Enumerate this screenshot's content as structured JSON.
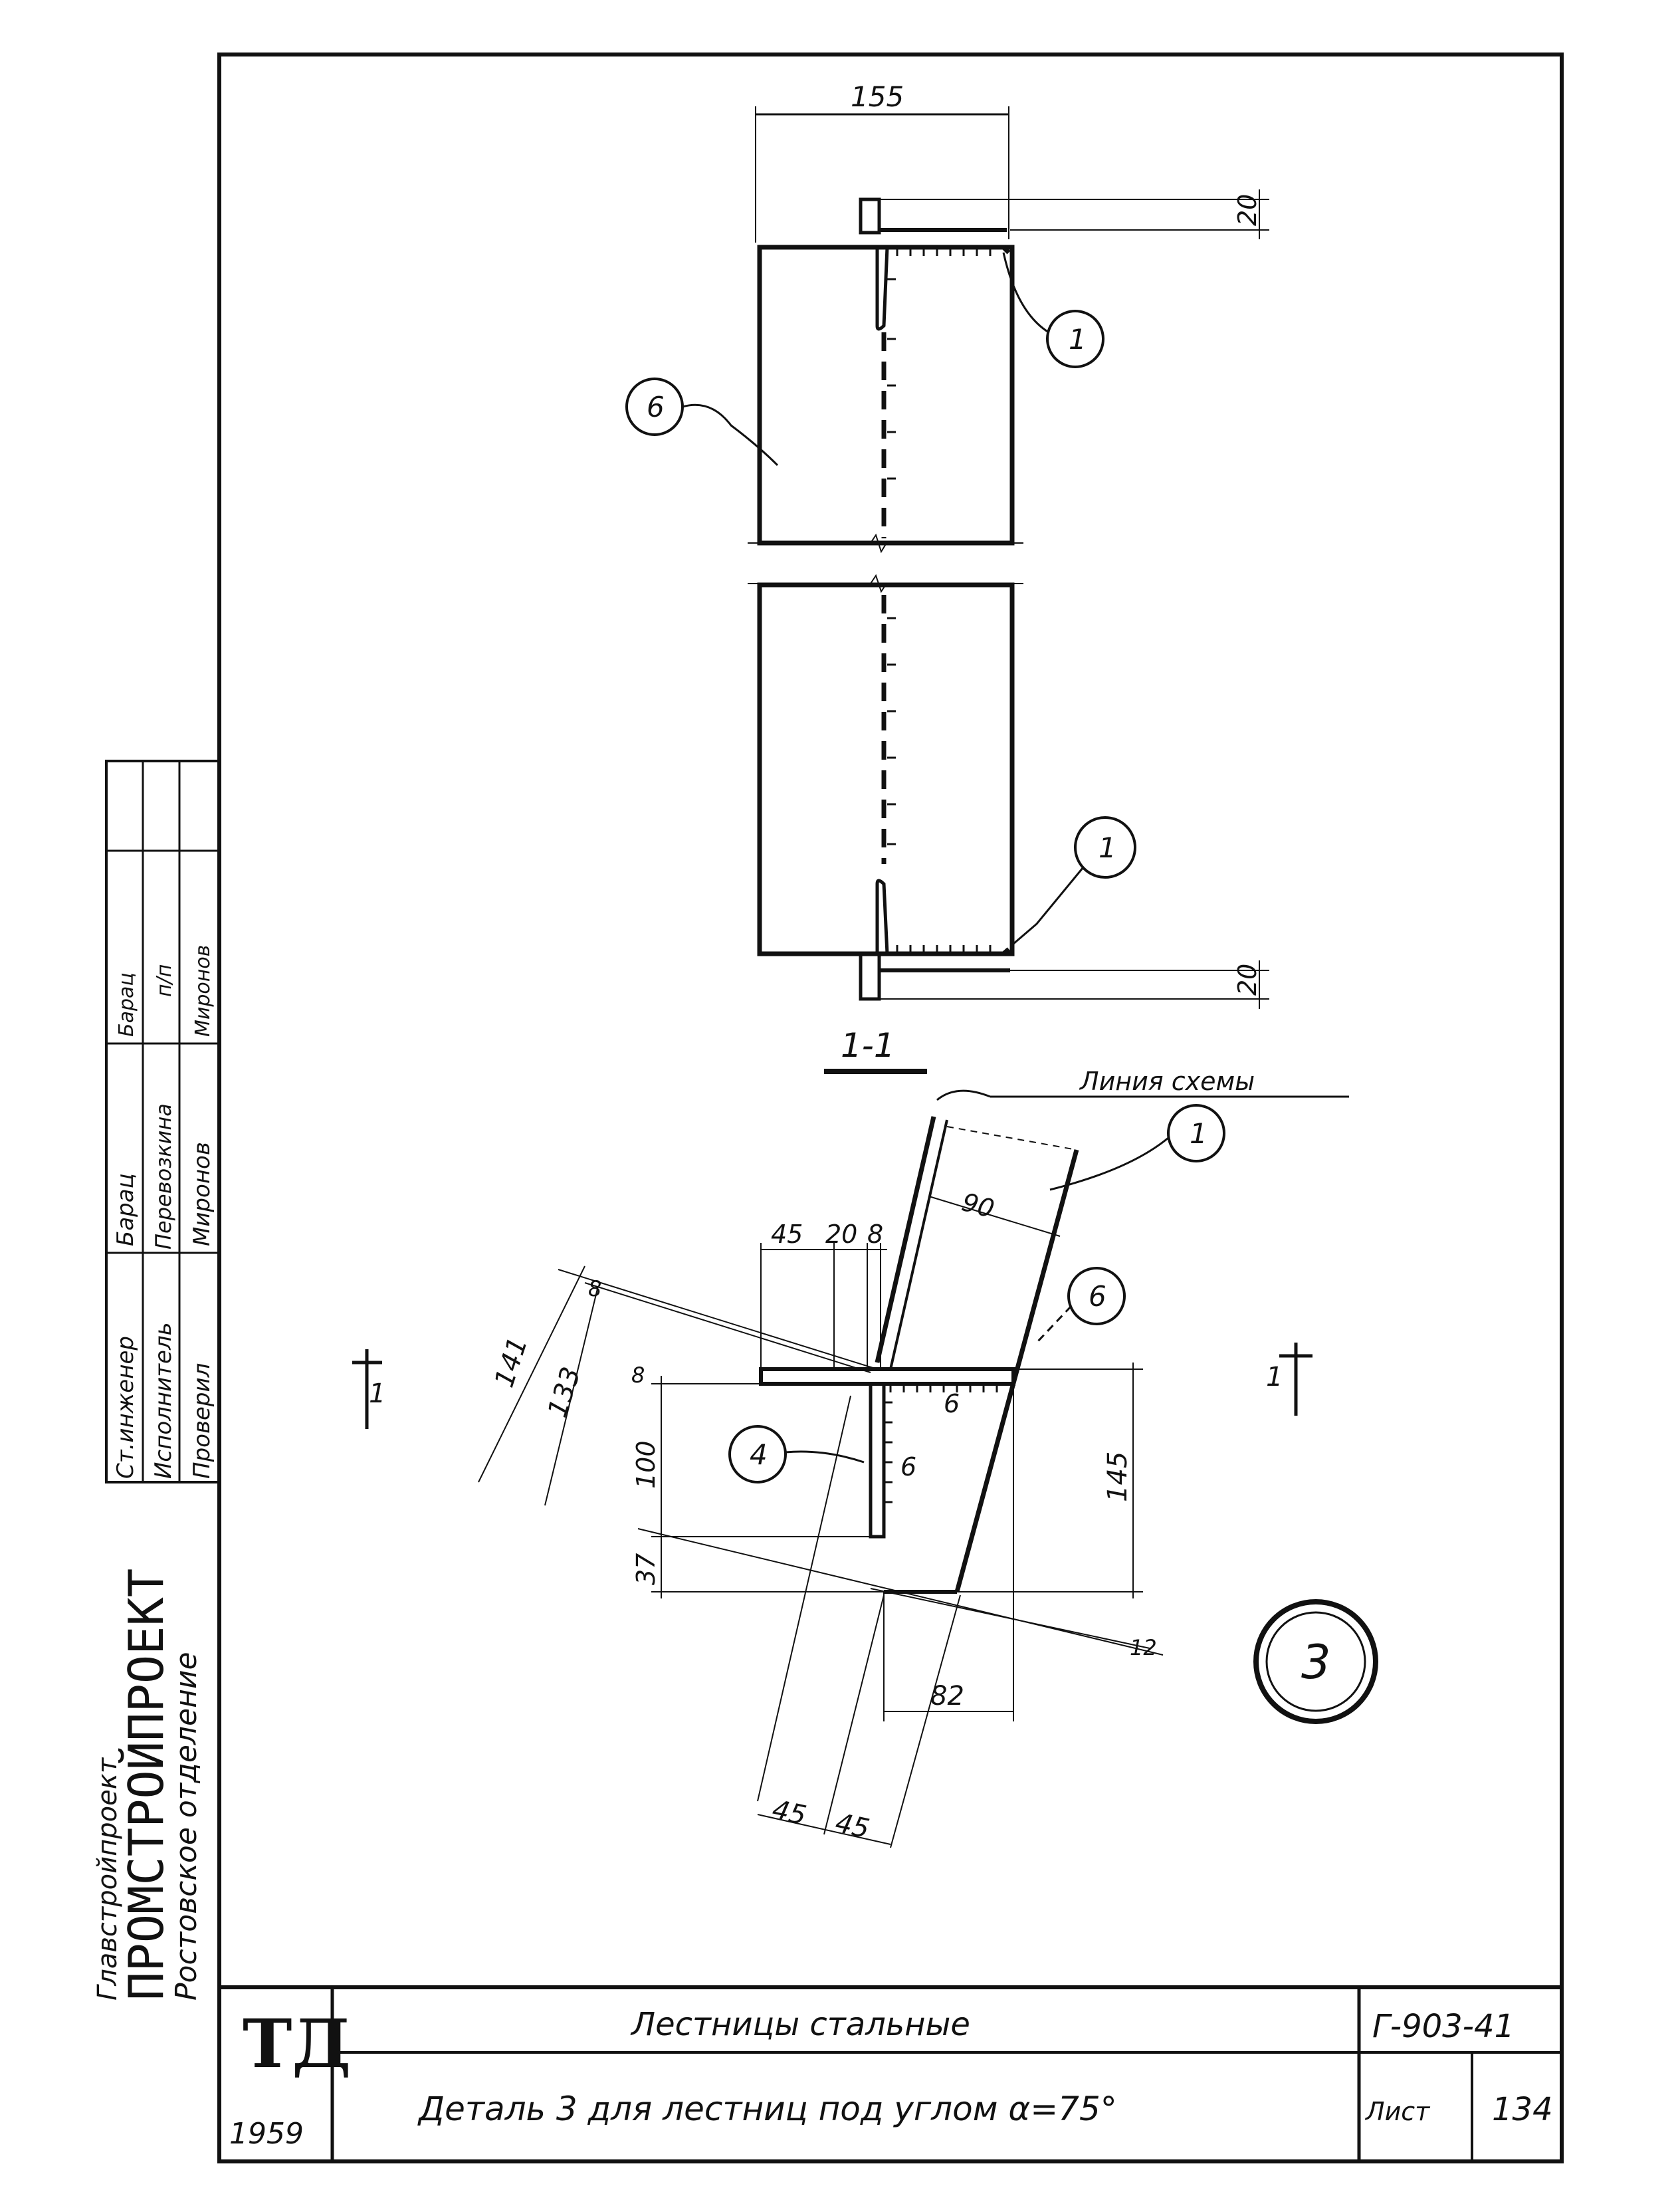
{
  "drawing": {
    "top_view": {
      "dim_width": "155",
      "dim_top_flange": "20",
      "dim_bottom_flange": "20",
      "callout_1_top": "1",
      "callout_6": "6",
      "callout_1_bottom": "1"
    },
    "section": {
      "title": "1-1",
      "scheme_line_label": "Линия схемы",
      "callout_1": "1",
      "callout_6": "6",
      "callout_4": "4",
      "dim_90": "90",
      "dim_45_top": "45",
      "dim_20_top": "20",
      "dim_8_top": "8",
      "dim_8_left_a": "8",
      "dim_8_left_b": "8",
      "dim_141": "141",
      "dim_133": "133",
      "dim_100": "100",
      "dim_37": "37",
      "dim_145": "145",
      "dim_12": "12",
      "dim_82": "82",
      "dim_45_bottom_a": "45",
      "dim_45_bottom_b": "45",
      "weld_6_a": "6",
      "weld_6_b": "6",
      "cut_mark_left": "1",
      "cut_mark_right": "1"
    },
    "detail_number": "3"
  },
  "side_stamp": {
    "org_line1": "Главстройпроект",
    "org_line2": "ПРОМСТРОЙПРОЕКТ",
    "org_line3": "Ростовское отделение",
    "rows": [
      {
        "role": "Ст.инженер",
        "name": "Барац",
        "sign": "Барац"
      },
      {
        "role": "Исполнитель",
        "name": "Перевозкина",
        "sign": "п/п"
      },
      {
        "role": "Проверил",
        "name": "Миронов",
        "sign": "Миронов"
      }
    ]
  },
  "title_block": {
    "logo": "ТД",
    "year": "1959",
    "title": "Лестницы стальные",
    "subtitle": "Деталь 3 для лестниц под углом α=75°",
    "code": "Г-903-41",
    "sheet_label": "Лист",
    "sheet_number": "134"
  }
}
